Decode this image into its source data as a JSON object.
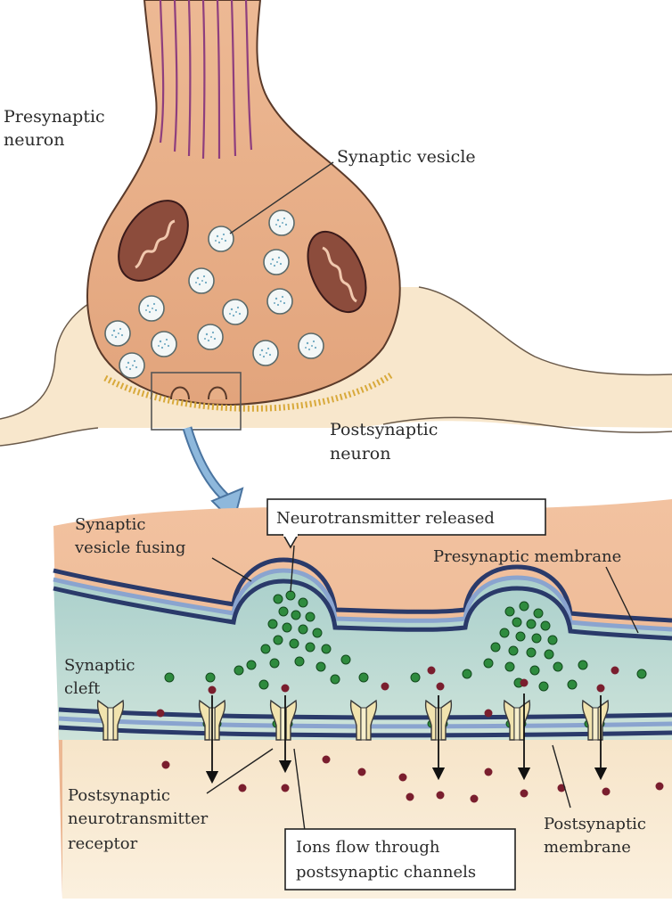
{
  "labels": {
    "presynaptic_neuron": [
      "Presynaptic",
      "neuron"
    ],
    "synaptic_vesicle": "Synaptic vesicle",
    "postsynaptic_neuron": [
      "Postsynaptic",
      "neuron"
    ],
    "synaptic_vesicle_fusing": [
      "Synaptic",
      "vesicle fusing"
    ],
    "neurotransmitter_released": "Neurotransmitter released",
    "presynaptic_membrane": "Presynaptic membrane",
    "synaptic_cleft": [
      "Synaptic",
      "cleft"
    ],
    "postsynaptic_receptor": [
      "Postsynaptic",
      "neurotransmitter",
      "receptor"
    ],
    "ions_flow": [
      "Ions flow through",
      "postsynaptic channels"
    ],
    "postsynaptic_membrane": [
      "Postsynaptic",
      "membrane"
    ]
  },
  "colors": {
    "axon": "#E7AE86",
    "axon_outline": "#5A3A2A",
    "axon_stripes": "#8E3E7E",
    "postsynaptic_tissue": "#F6E3C6",
    "mitochondria": "#8A4A3C",
    "vesicle": "#F2F7F8",
    "cleft": "#B8D8D4",
    "membrane": "#2E3E6E",
    "neurotransmitter": "#2E8B3E",
    "ion": "#7A1E2E",
    "receptor": "#F0E3B0",
    "zoom_arrow": "#6E9EC8",
    "active_zone": "#E8C03C"
  }
}
